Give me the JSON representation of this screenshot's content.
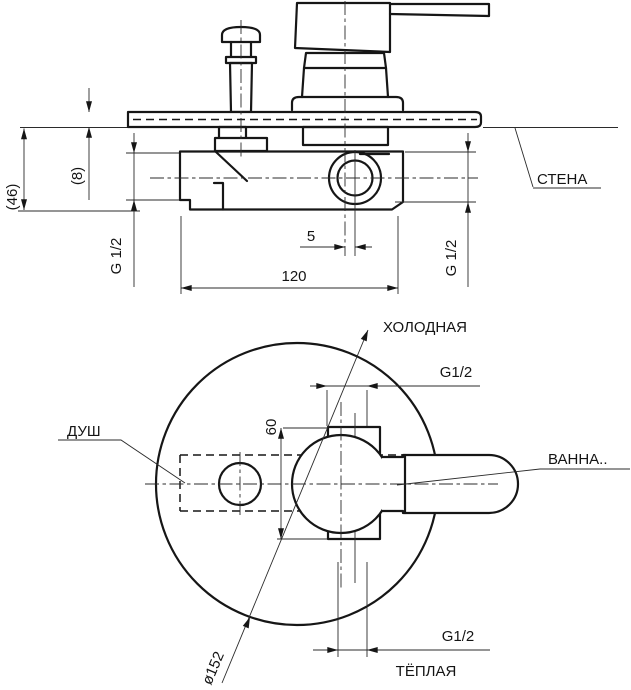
{
  "drawing": {
    "kind": "mixer-installation-technical-drawing",
    "line_color": "#161616",
    "background": "#ffffff"
  },
  "side_view": {
    "labels": {
      "wall": "СТЕНА"
    },
    "dimensions": {
      "depth_from_wall": "(46)",
      "plate_thickness": "(8)",
      "thread_left": "G 1/2",
      "thread_right": "G 1/2",
      "outlet_offset": "5",
      "body_length": "120"
    }
  },
  "front_view": {
    "labels": {
      "cold": "ХОЛОДНАЯ",
      "shower": "ДУШ",
      "bath": "ВАННА..",
      "warm": "ТЁПЛАЯ"
    },
    "dimensions": {
      "thread_top": "G1/2",
      "thread_bottom": "G1/2",
      "port_spacing": "60",
      "plate_diameter": "ø152"
    }
  }
}
